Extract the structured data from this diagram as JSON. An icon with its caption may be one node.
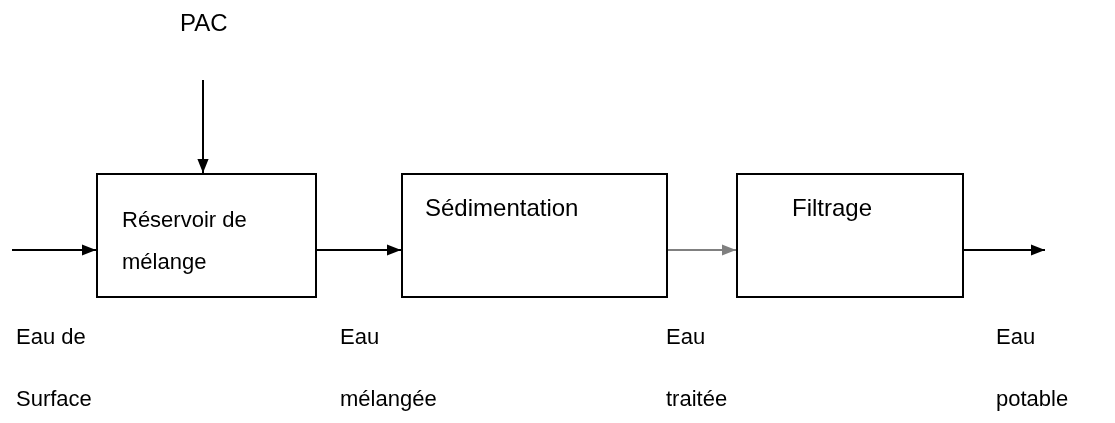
{
  "diagram": {
    "nodes": [
      {
        "text": [
          "PAC"
        ]
      },
      {
        "text": [
          "Réservoir de mélange"
        ]
      },
      {
        "text": [
          "Sédimentation"
        ]
      },
      {
        "text": [
          "Filtrage"
        ]
      }
    ],
    "edges": [
      {
        "from": 0,
        "to": 1,
        "arrow": "to"
      },
      {
        "from": null,
        "to": 1,
        "arrow": "to"
      },
      {
        "from": 1,
        "to": 2,
        "arrow": "to"
      },
      {
        "from": 2,
        "to": 3,
        "arrow": "to",
        "color": "#808080"
      },
      {
        "from": 3,
        "to": null,
        "arrow": "to"
      }
    ],
    "labels": [
      "Eau de Surface",
      "Eau mélangée",
      "Eau traitée",
      "Eau potable"
    ]
  }
}
